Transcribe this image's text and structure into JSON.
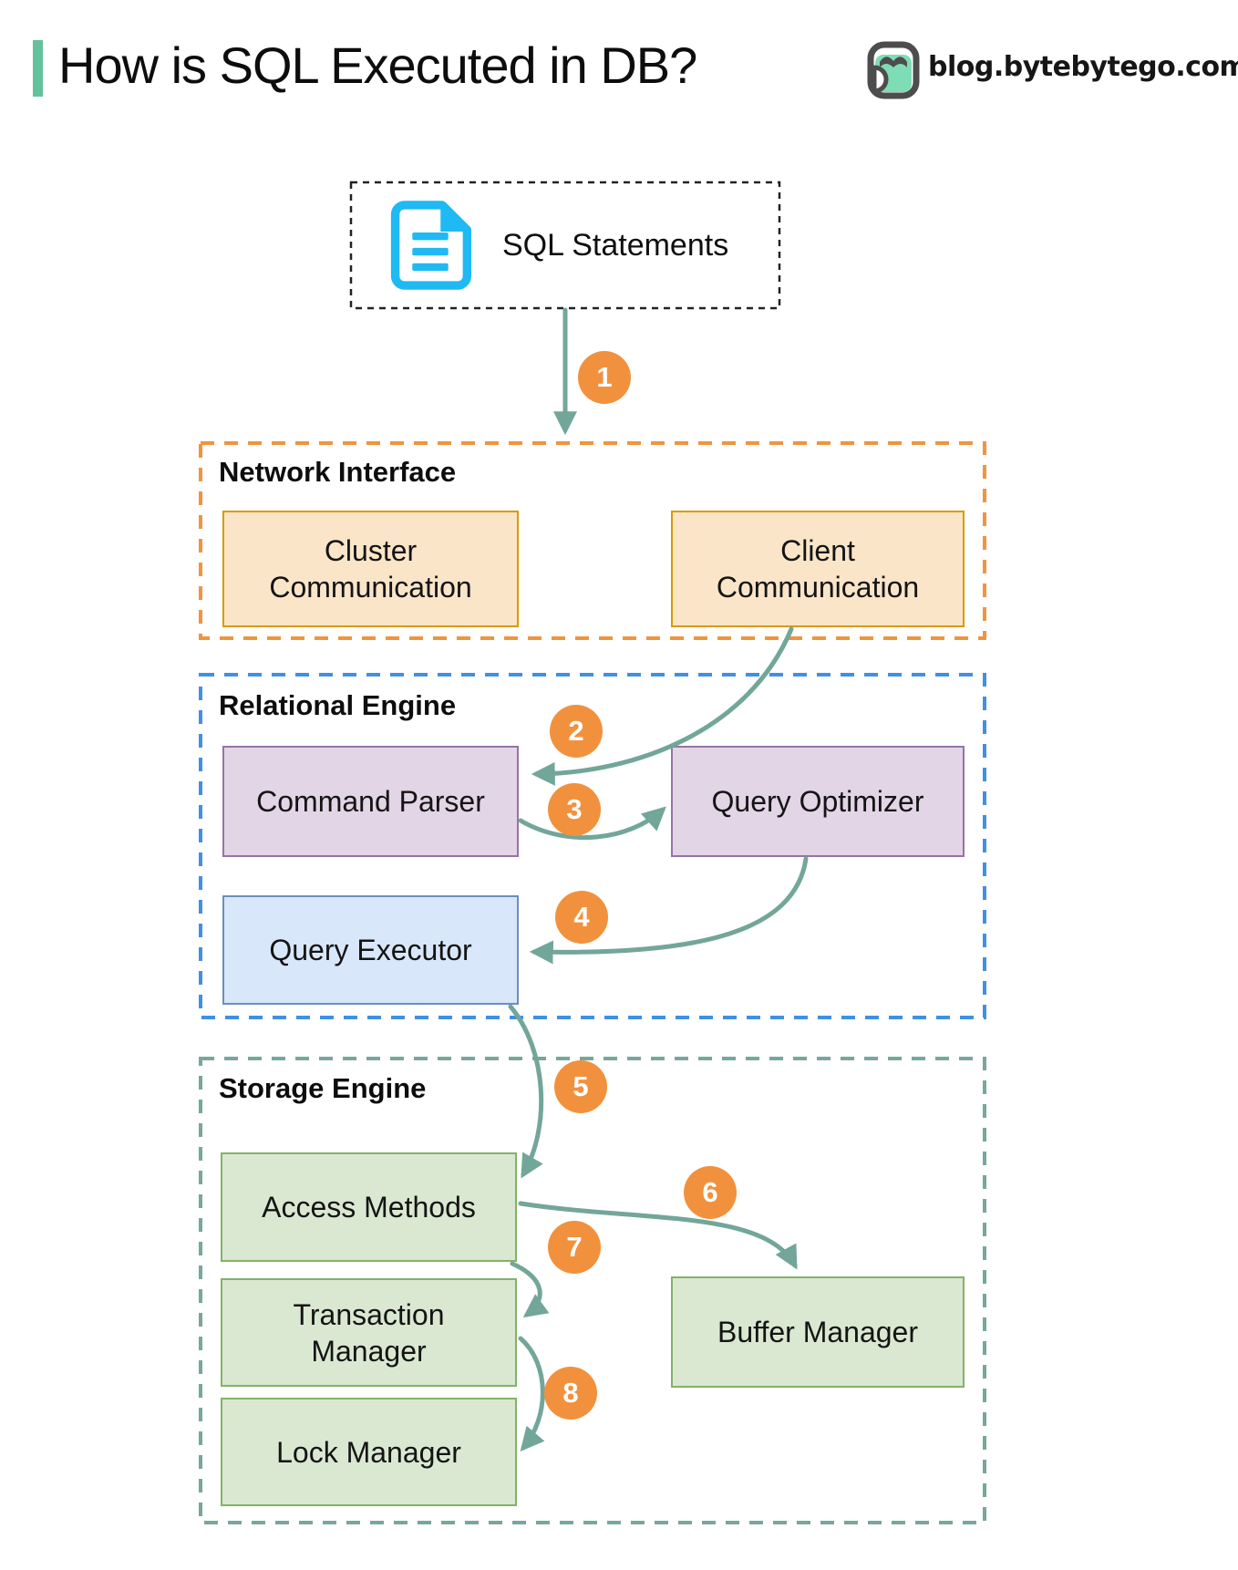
{
  "header": {
    "title": "How is SQL Executed in DB?",
    "site": "blog.bytebytego.com",
    "accent_bar_color": "#63C29C"
  },
  "sql_source": {
    "label": "SQL Statements",
    "icon": "document-icon",
    "icon_color": "#1FB9F3"
  },
  "sections": {
    "network": {
      "title": "Network Interface",
      "border_color": "#F0943E",
      "box_fill": "#FBE5C8",
      "box_border": "#D79B00",
      "boxes": {
        "cluster": {
          "label": "Cluster Communication"
        },
        "client": {
          "label": "Client Communication"
        }
      }
    },
    "relational": {
      "title": "Relational Engine",
      "border_color": "#4090E4",
      "parser_fill": "#E2D5E6",
      "parser_border": "#9673A6",
      "executor_fill": "#D8E7F9",
      "executor_border": "#6C8EBF",
      "boxes": {
        "parser": {
          "label": "Command Parser"
        },
        "optimizer": {
          "label": "Query Optimizer"
        },
        "executor": {
          "label": "Query Executor"
        }
      }
    },
    "storage": {
      "title": "Storage Engine",
      "border_color": "#77A79D",
      "box_fill": "#DAE8D2",
      "box_border": "#82B366",
      "boxes": {
        "access": {
          "label": "Access Methods"
        },
        "transaction": {
          "label": "Transaction Manager"
        },
        "buffer": {
          "label": "Buffer Manager"
        },
        "lock": {
          "label": "Lock Manager"
        }
      }
    }
  },
  "steps": [
    {
      "n": "1"
    },
    {
      "n": "2"
    },
    {
      "n": "3"
    },
    {
      "n": "4"
    },
    {
      "n": "5"
    },
    {
      "n": "6"
    },
    {
      "n": "7"
    },
    {
      "n": "8"
    }
  ],
  "arrow_color": "#72A699",
  "step_badge_color": "#F2913D"
}
